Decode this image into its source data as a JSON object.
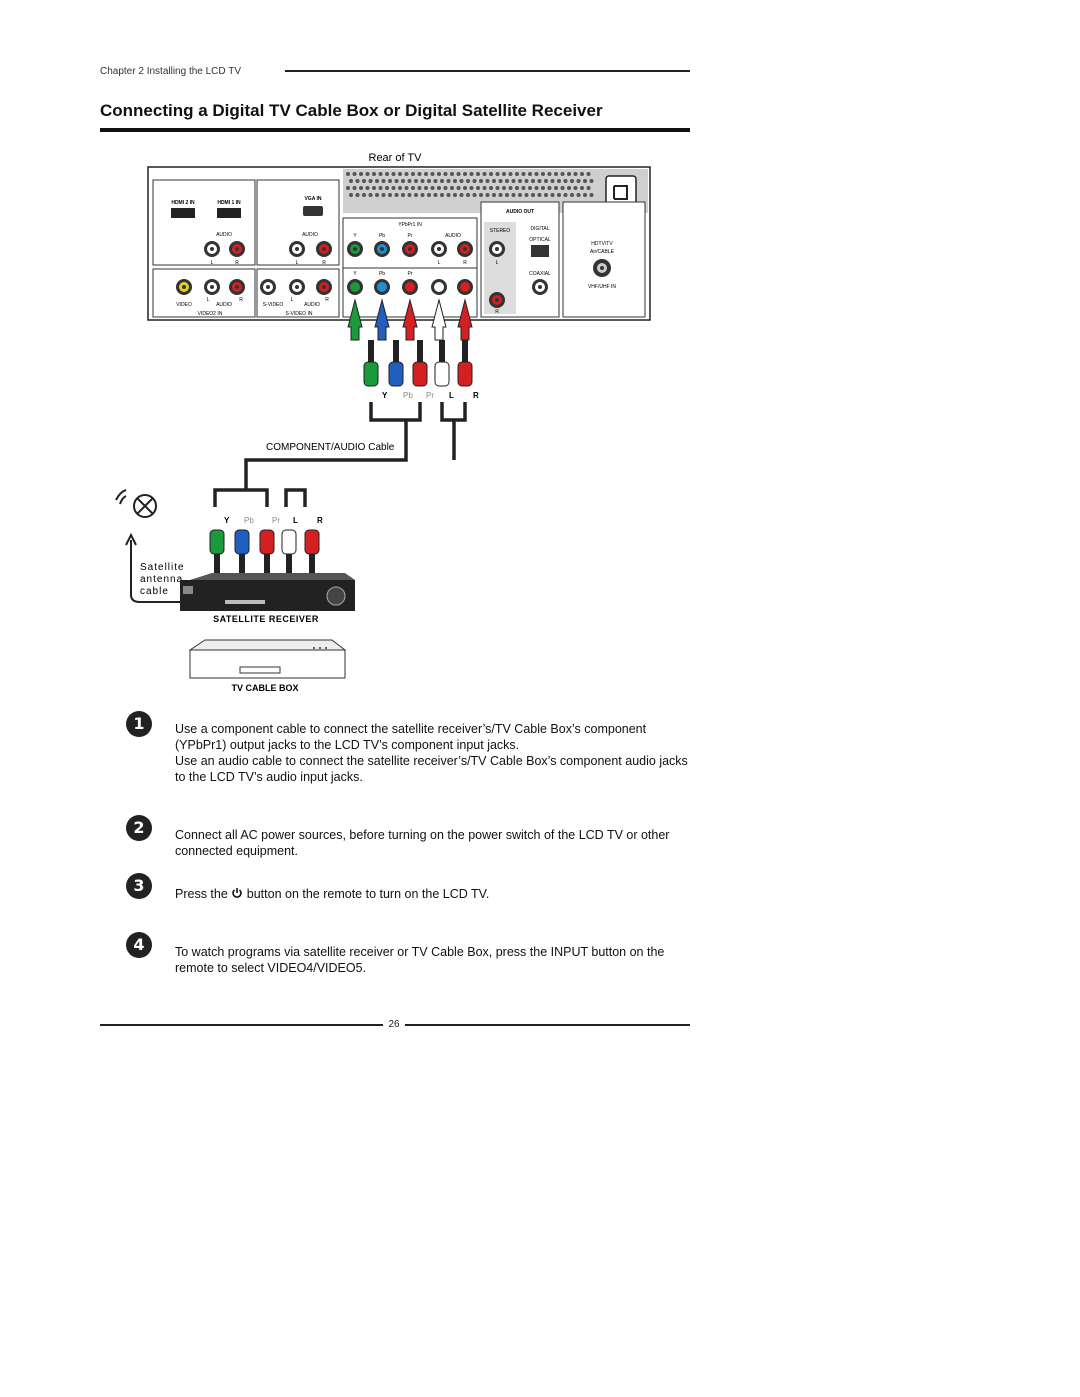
{
  "header": {
    "chapter": "Chapter 2 Installing the LCD TV",
    "title": "Connecting a Digital TV Cable Box or Digital Satellite Receiver"
  },
  "diagram": {
    "rear_label": "Rear of TV",
    "panel": {
      "hdmi2": "HDMI 2 IN",
      "hdmi1": "HDMI 1 IN",
      "vga": "VGA IN",
      "audio": "AUDIO",
      "audio_out": "AUDIO OUT",
      "ypbpr1": "YPbPr1 IN",
      "stereo": "STEREO",
      "digital": "DIGITAL",
      "optical": "OPTICAL",
      "coaxial": "COAXIAL",
      "hdtv": "HDTV/TV",
      "air_cable": "Air/CABLE",
      "vhf": "VHF/UHF IN",
      "y": "Y",
      "pb": "Pb",
      "pr": "Pr",
      "l": "L",
      "r": "R",
      "video": "VIDEO",
      "video2": "VIDEO2 IN",
      "svideo": "S-VIDEO",
      "svideo_in": "S-VIDEO IN"
    },
    "cable_label": "COMPONENT/AUDIO Cable",
    "plug_labels": [
      "Y",
      "Pb",
      "Pr",
      "L",
      "R"
    ],
    "sat_text_1": "Satellite",
    "sat_text_2": "antenna",
    "sat_text_3": "cable",
    "sat_receiver": "SATELLITE RECEIVER",
    "cable_box": "TV CABLE BOX"
  },
  "steps": [
    {
      "num": "1",
      "lines": [
        "Use a component cable to connect the satellite receiver’s/TV Cable Box’s component (YPbPr1) output jacks to the LCD TV’s component input jacks.",
        "Use an audio cable to connect the satellite receiver’s/TV Cable Box’s component audio jacks to the LCD TV’s audio input jacks."
      ]
    },
    {
      "num": "2",
      "lines": [
        "Connect all AC power sources, before turning on the power switch of the LCD TV or other connected equipment."
      ]
    },
    {
      "num": "3",
      "before": "Press the",
      "after": "button on the remote to turn on the LCD TV."
    },
    {
      "num": "4",
      "lines": [
        "To watch programs via satellite receiver or TV Cable Box, press the INPUT button on the remote to select VIDEO4/VIDEO5."
      ]
    }
  ],
  "icons": {
    "power": "power-icon"
  },
  "colors": {
    "green": "#1a9a3a",
    "blue": "#1f5fc0",
    "red": "#d42020",
    "white": "#f4f4f4"
  },
  "page_number": "26"
}
